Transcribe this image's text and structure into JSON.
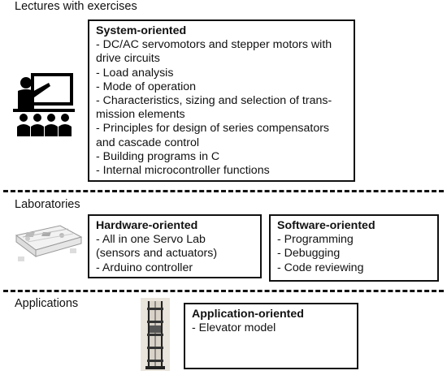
{
  "sections": [
    {
      "label": "Lectures with exercises",
      "boxes": [
        {
          "title": "System-oriented",
          "lines": [
            "- DC/AC servomotors and stepper motors with",
            "drive circuits",
            "- Load analysis",
            "- Mode of operation",
            "- Characteristics, sizing and selection of trans-",
            "mission elements",
            "- Principles for design of series compensators",
            "and cascade control",
            "- Building programs in C",
            "- Internal microcontroller functions"
          ]
        }
      ],
      "icon": "classroom-teacher-icon"
    },
    {
      "label": "Laboratories",
      "boxes": [
        {
          "title": "Hardware-oriented",
          "lines": [
            "- All in one Servo Lab",
            "(sensors and actuators)",
            "- Arduino controller"
          ]
        },
        {
          "title": "Software-oriented",
          "lines": [
            "- Programming",
            "- Debugging",
            "- Code reviewing"
          ]
        }
      ],
      "icon": "servo-lab-board-icon"
    },
    {
      "label": "Applications",
      "boxes": [
        {
          "title": "Application-oriented",
          "lines": [
            "- Elevator model"
          ]
        }
      ],
      "icon": "elevator-model-icon"
    }
  ]
}
